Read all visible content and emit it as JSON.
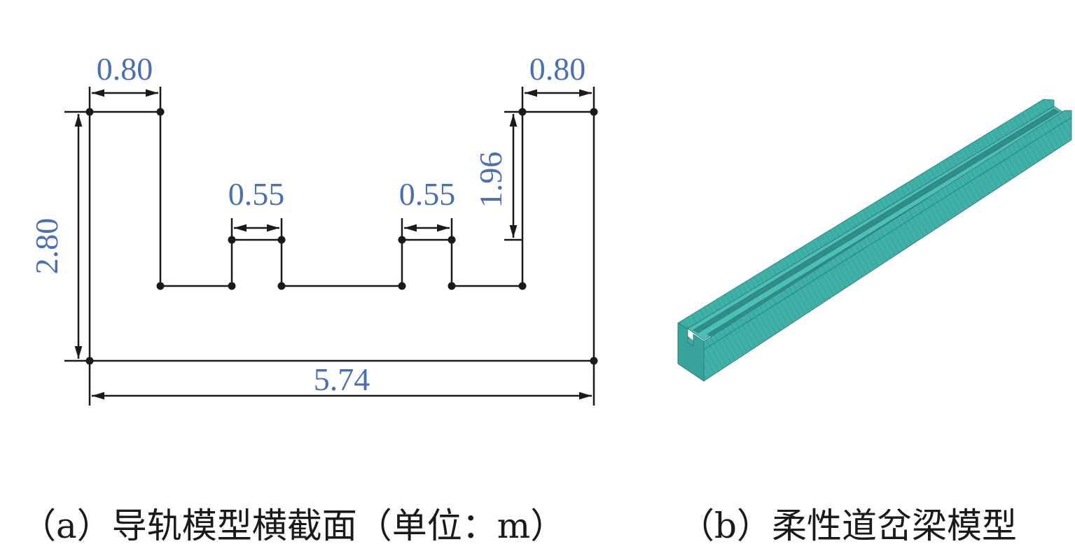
{
  "cross_section": {
    "dimensions": {
      "top_left_width": "0.80",
      "top_right_width": "0.80",
      "left_rail_width": "0.55",
      "right_rail_width": "0.55",
      "wall_depth": "1.96",
      "total_height": "2.80",
      "total_width": "5.74"
    },
    "line_color": "#1a1a1a",
    "label_color": "#4a6fb5"
  },
  "model": {
    "color": "#3fb1a8"
  },
  "captions": {
    "a": "（a）导轨模型横截面（单位：m）",
    "b": "（b）柔性道岔梁模型"
  }
}
